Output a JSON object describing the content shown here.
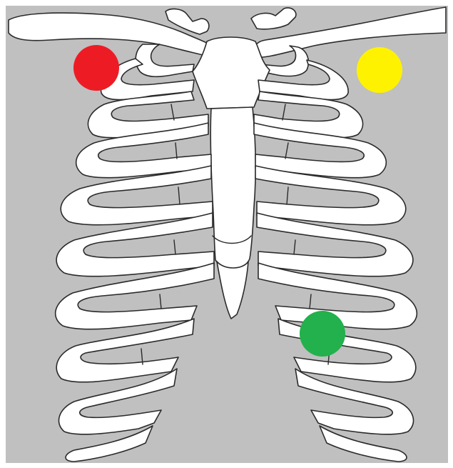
{
  "background_color": "#c0c0c0",
  "bone_fill": "#ffffff",
  "bone_outline": "#2a2a2a",
  "illustration": "rib-cage-anterior-view",
  "electrodes": [
    {
      "name": "electrode-red",
      "color": "#ed1c24"
    },
    {
      "name": "electrode-yellow",
      "color": "#fff200"
    },
    {
      "name": "electrode-green",
      "color": "#22b14c"
    }
  ]
}
